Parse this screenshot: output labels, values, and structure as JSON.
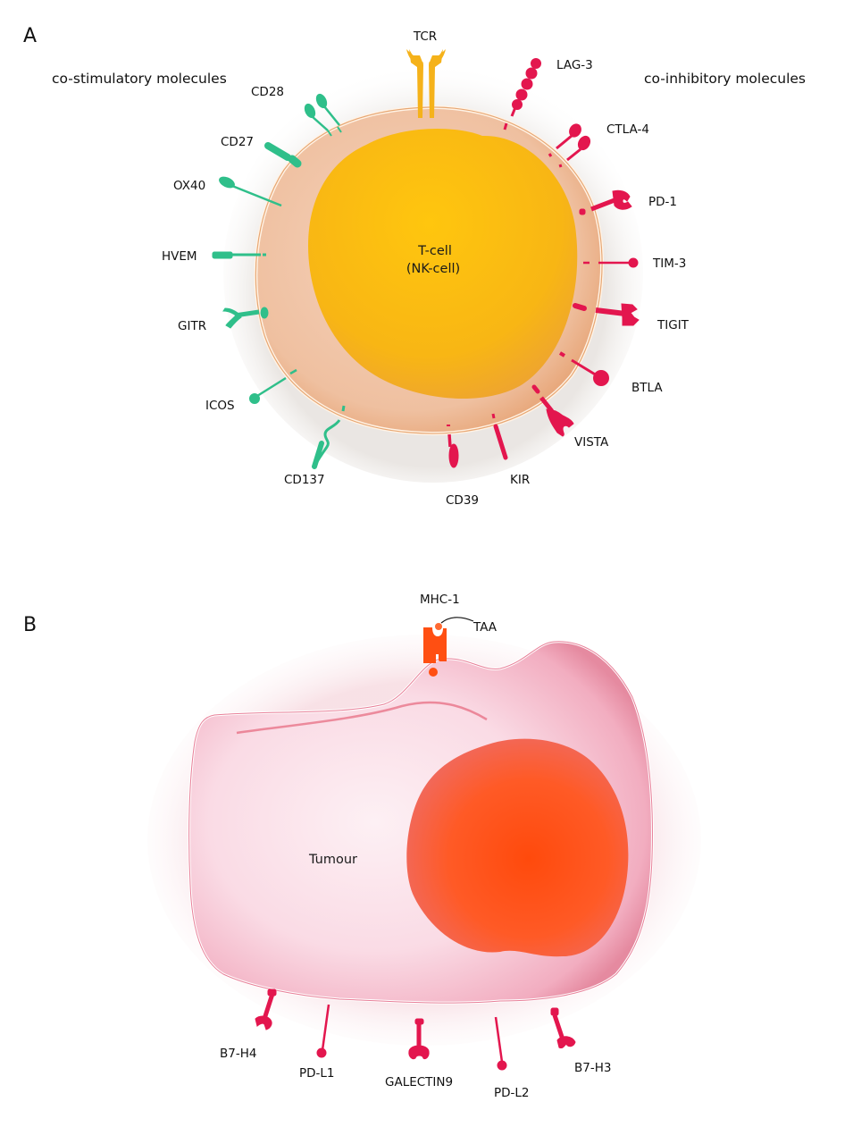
{
  "panel_a": {
    "letter": "A",
    "cell_label_line1": "T-cell",
    "cell_label_line2": "(NK-cell)",
    "costim_header": "co-stimulatory molecules",
    "coinhib_header": "co-inhibitory  molecules",
    "tcr_label": "TCR",
    "costimulatory": [
      "CD28",
      "CD27",
      "OX40",
      "HVEM",
      "GITR",
      "ICOS",
      "CD137"
    ],
    "coinhibitory": [
      "LAG-3",
      "CTLA-4",
      "PD-1",
      "TIM-3",
      "TIGIT",
      "BTLA",
      "VISTA",
      "KIR",
      "CD39"
    ]
  },
  "panel_b": {
    "letter": "B",
    "cell_label": "Tumour",
    "mhc_label": "MHC-1",
    "taa_label": "TAA",
    "ligands": [
      "B7-H4",
      "PD-L1",
      "GALECTIN9",
      "PD-L2",
      "B7-H3"
    ]
  },
  "colors": {
    "costimulatory": "#2fbf8a",
    "coinhibitory": "#e3164e",
    "tcr": "#f5b21a",
    "nucleus_t": "#f9b80f",
    "cytoplasm_t": "#f2c4a5",
    "tumour_cytoplasm": "#f7c6d4",
    "tumour_nucleus": "#ff4d14",
    "mhc": "#ff4f12"
  }
}
